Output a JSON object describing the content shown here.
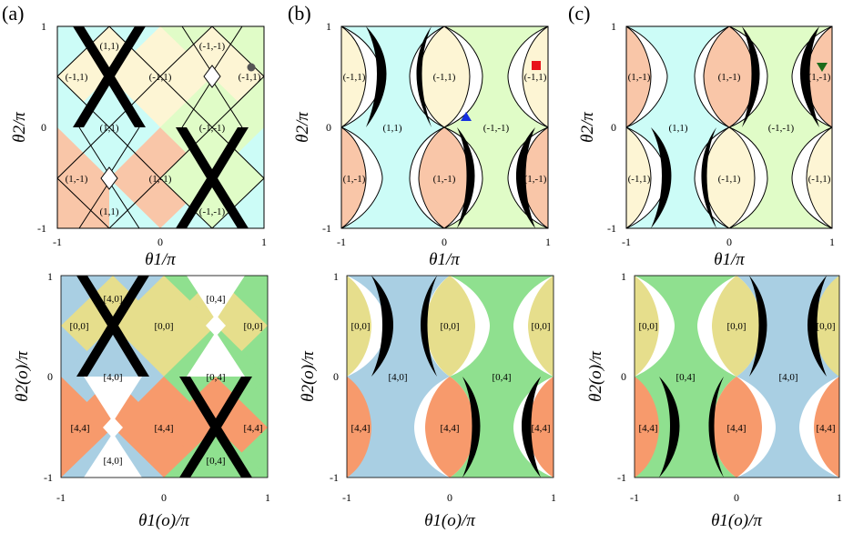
{
  "colors": {
    "cyan": "#ccfcf7",
    "cream": "#fdf5d4",
    "lightgreen": "#e0fcc7",
    "peach": "#f9c6a8",
    "blue": "#a9cfe3",
    "olive": "#e6de8c",
    "green": "#8fe08f",
    "salmon": "#f79a6c",
    "marker_gray": "#555555",
    "marker_red": "#e8131a",
    "marker_blue": "#1530e0",
    "marker_green": "#1b6b1b"
  },
  "axes": {
    "theta1": "θ1/π",
    "theta2": "θ2/π",
    "theta1_o": "θ1(o)/π",
    "theta2_o": "θ2(o)/π",
    "ticks": [
      "-1",
      "0",
      "1"
    ]
  },
  "panels": [
    {
      "label": "(a)",
      "top_regions": [
        "(1,1)",
        "(-1,-1)",
        "(-1,1)",
        "(-1,1)",
        "(-1,1)",
        "(1,1)",
        "(-1,-1)",
        "(1,-1)",
        "(1,-1)",
        "(1,1)",
        "(-1,-1)"
      ],
      "bottom_regions": [
        "[4,0]",
        "[0,4]",
        "[0,0]",
        "[0,0]",
        "[0,0]",
        "[4,0]",
        "[0,4]",
        "[4,4]",
        "[4,4]",
        "[4,4]",
        "[4,0]",
        "[0,4]"
      ]
    },
    {
      "label": "(b)",
      "top_regions": [
        "(-1,1)",
        "(-1,1)",
        "(-1,1)",
        "(1,1)",
        "(-1,-1)",
        "(1,-1)",
        "(1,-1)",
        "(1,-1)"
      ],
      "bottom_regions": [
        "[0,0]",
        "[0,0]",
        "[0,0]",
        "[4,0]",
        "[0,4]",
        "[4,4]",
        "[4,4]",
        "[4,4]"
      ]
    },
    {
      "label": "(c)",
      "top_regions": [
        "(1,-1)",
        "(1,-1)",
        "(1,-1)",
        "(1,1)",
        "(-1,-1)",
        "(-1,1)",
        "(-1,1)",
        "(-1,1)"
      ],
      "bottom_regions": [
        "[0,0]",
        "[0,0]",
        "[0,0]",
        "[0,4]",
        "[4,0]",
        "[4,4]",
        "[4,4]",
        "[4,4]"
      ]
    }
  ]
}
